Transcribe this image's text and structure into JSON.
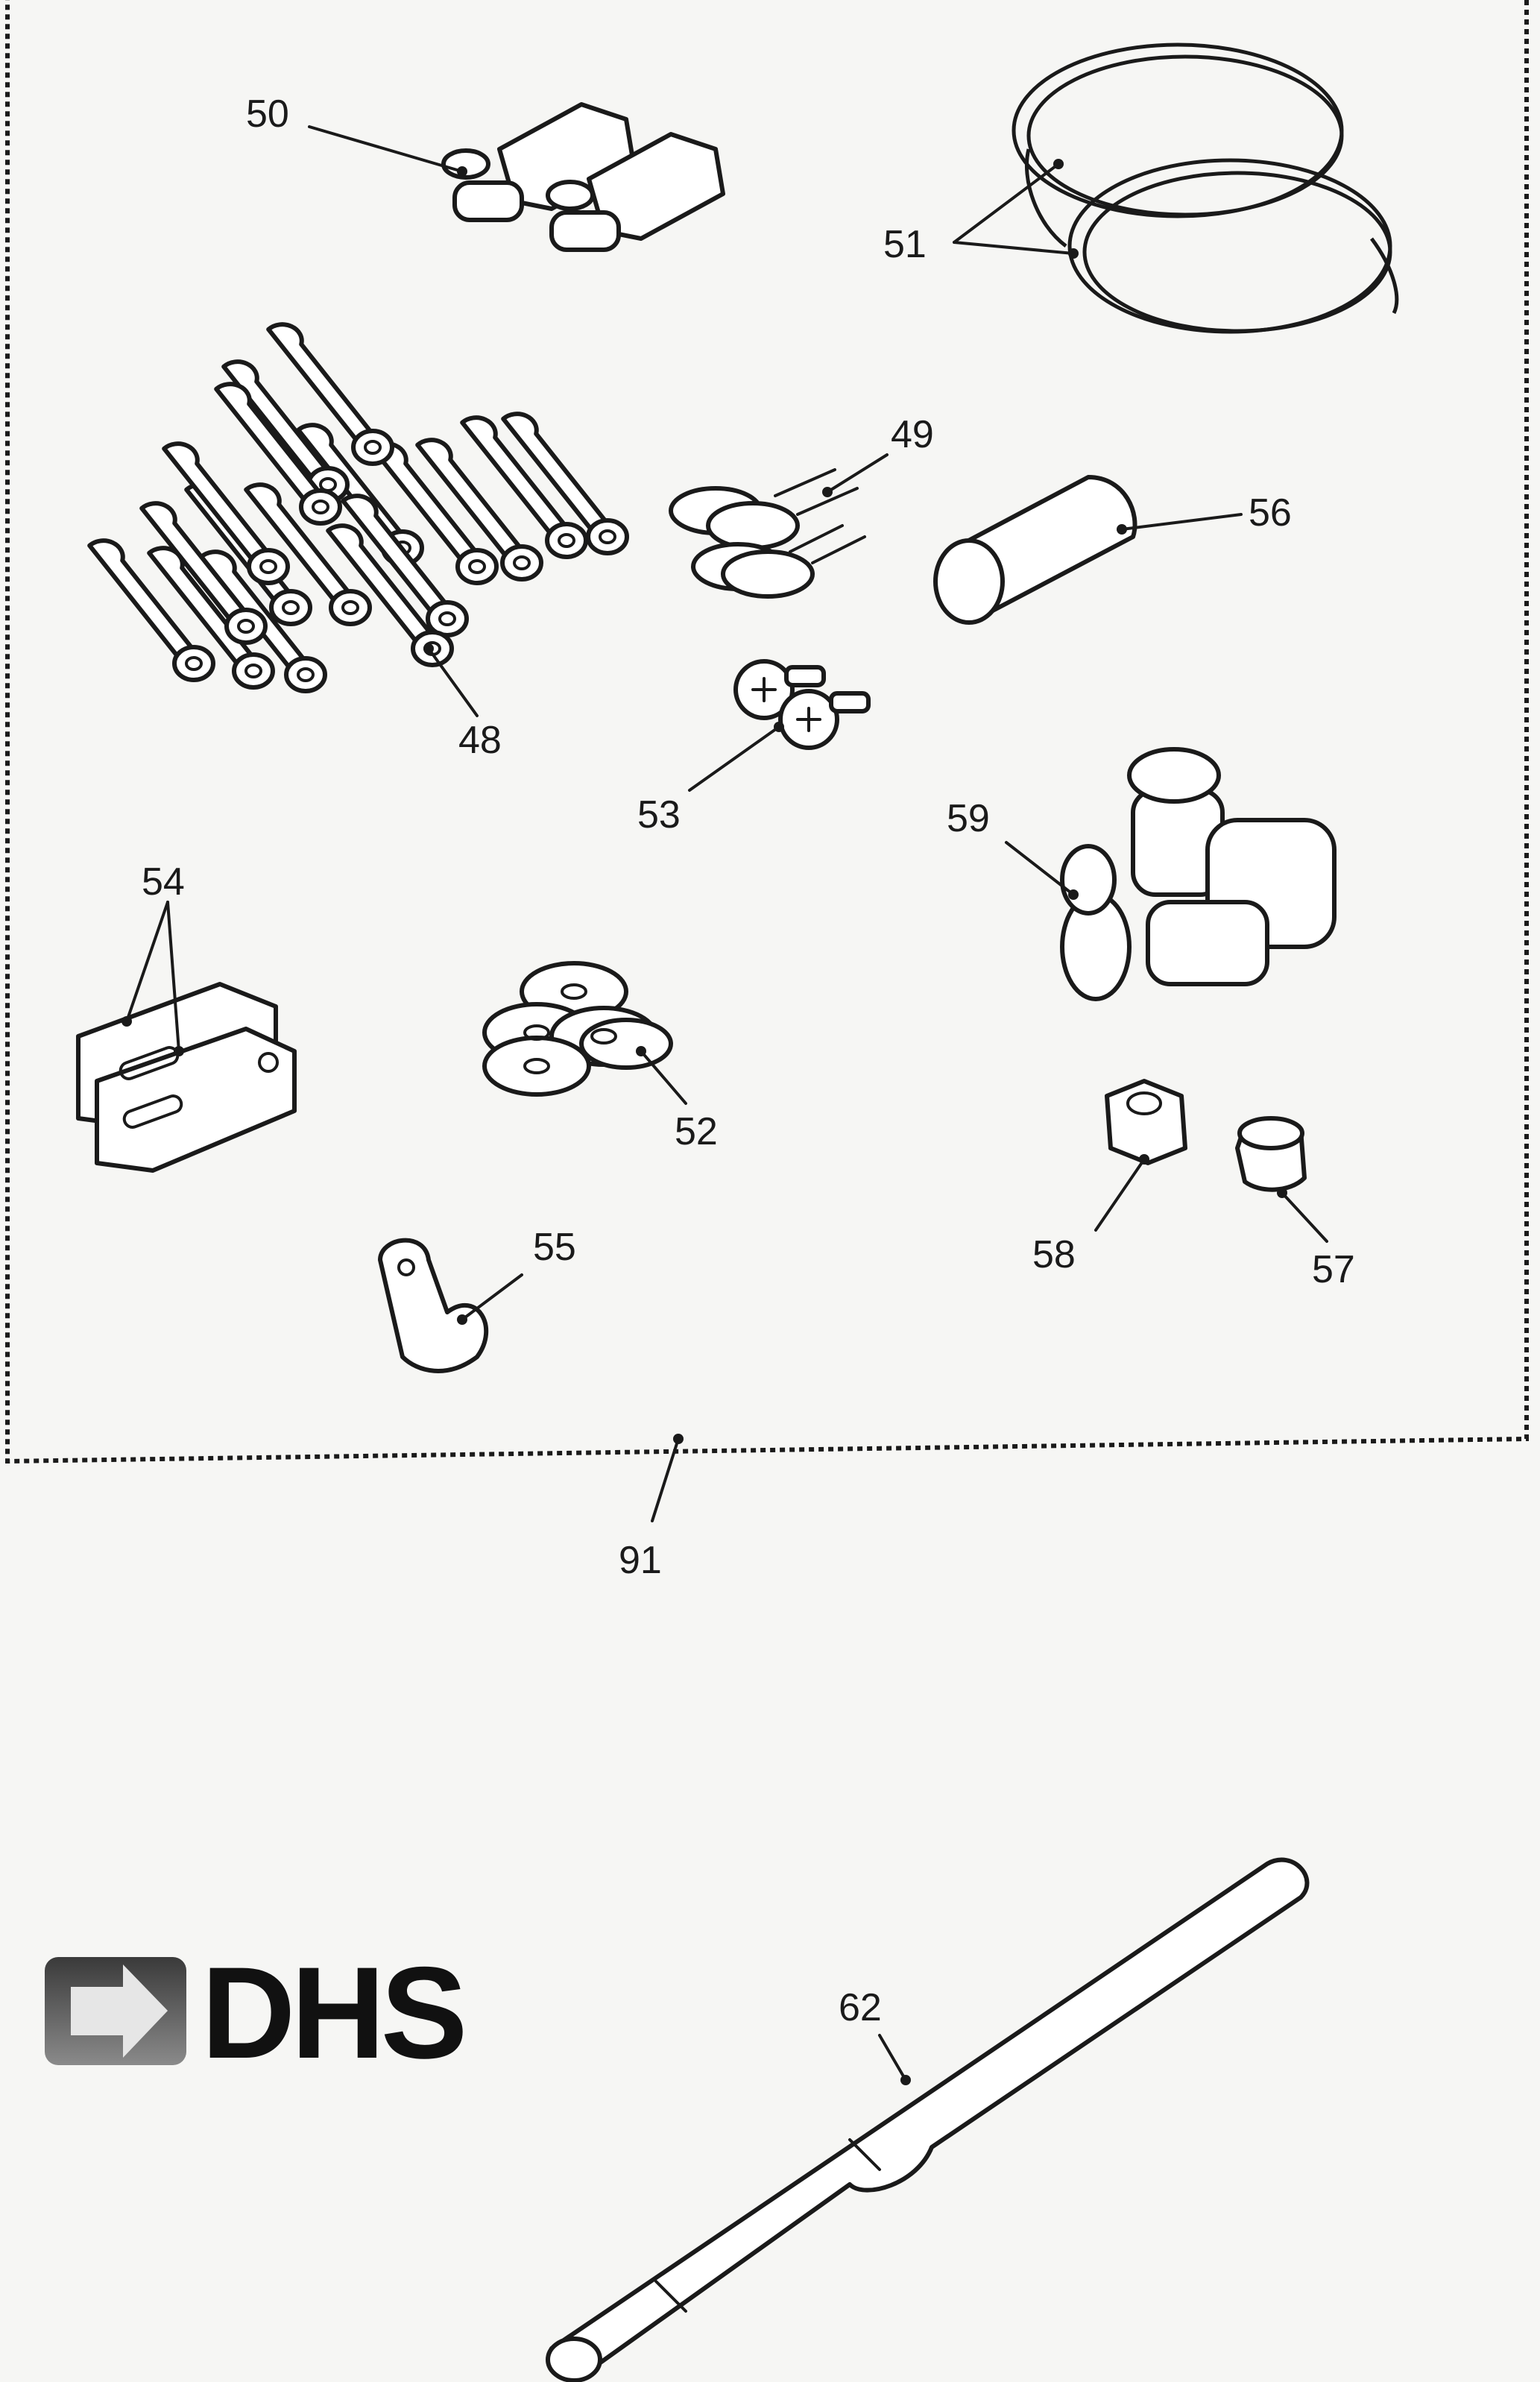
{
  "callouts": {
    "c48": "48",
    "c49": "49",
    "c50": "50",
    "c51": "51",
    "c52": "52",
    "c53": "53",
    "c54": "54",
    "c55": "55",
    "c56": "56",
    "c57": "57",
    "c58": "58",
    "c59": "59",
    "c62": "62",
    "c91": "91"
  },
  "logo": {
    "text": "DHS",
    "accent": "#555555"
  },
  "colors": {
    "ink": "#1a1a1a",
    "paper": "#f6f6f4"
  }
}
